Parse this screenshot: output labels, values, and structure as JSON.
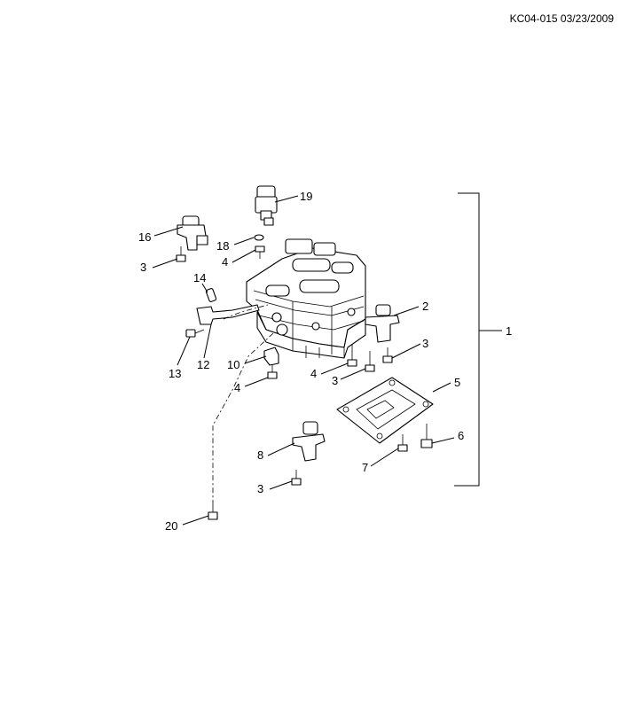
{
  "reference": "KC04-015 03/23/2009",
  "callouts": [
    "1",
    "2",
    "3",
    "3",
    "3",
    "3",
    "4",
    "4",
    "4",
    "5",
    "6",
    "7",
    "8",
    "10",
    "12",
    "13",
    "14",
    "16",
    "18",
    "19",
    "20"
  ]
}
